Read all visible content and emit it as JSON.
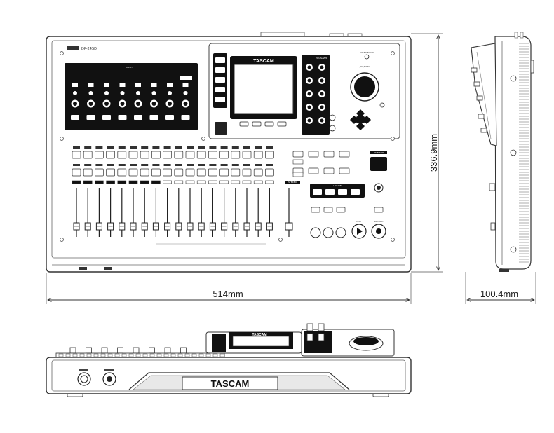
{
  "brand": "TASCAM",
  "model_label": "DP-24SD",
  "dimensions": {
    "width": "514mm",
    "depth": "336.9mm",
    "height": "100.4mm"
  },
  "panel_labels": {
    "input": "INPUT",
    "equalizer": "EQUALIZER",
    "jog_data": "JOG/DATA",
    "monitor": "MONITOR",
    "locate": "LOCATE",
    "stereo": "STEREO",
    "play": "PLAY",
    "record": "RECORD",
    "standby": "STANDBY/ON"
  },
  "views": [
    "top-view",
    "side-view",
    "front-view"
  ]
}
